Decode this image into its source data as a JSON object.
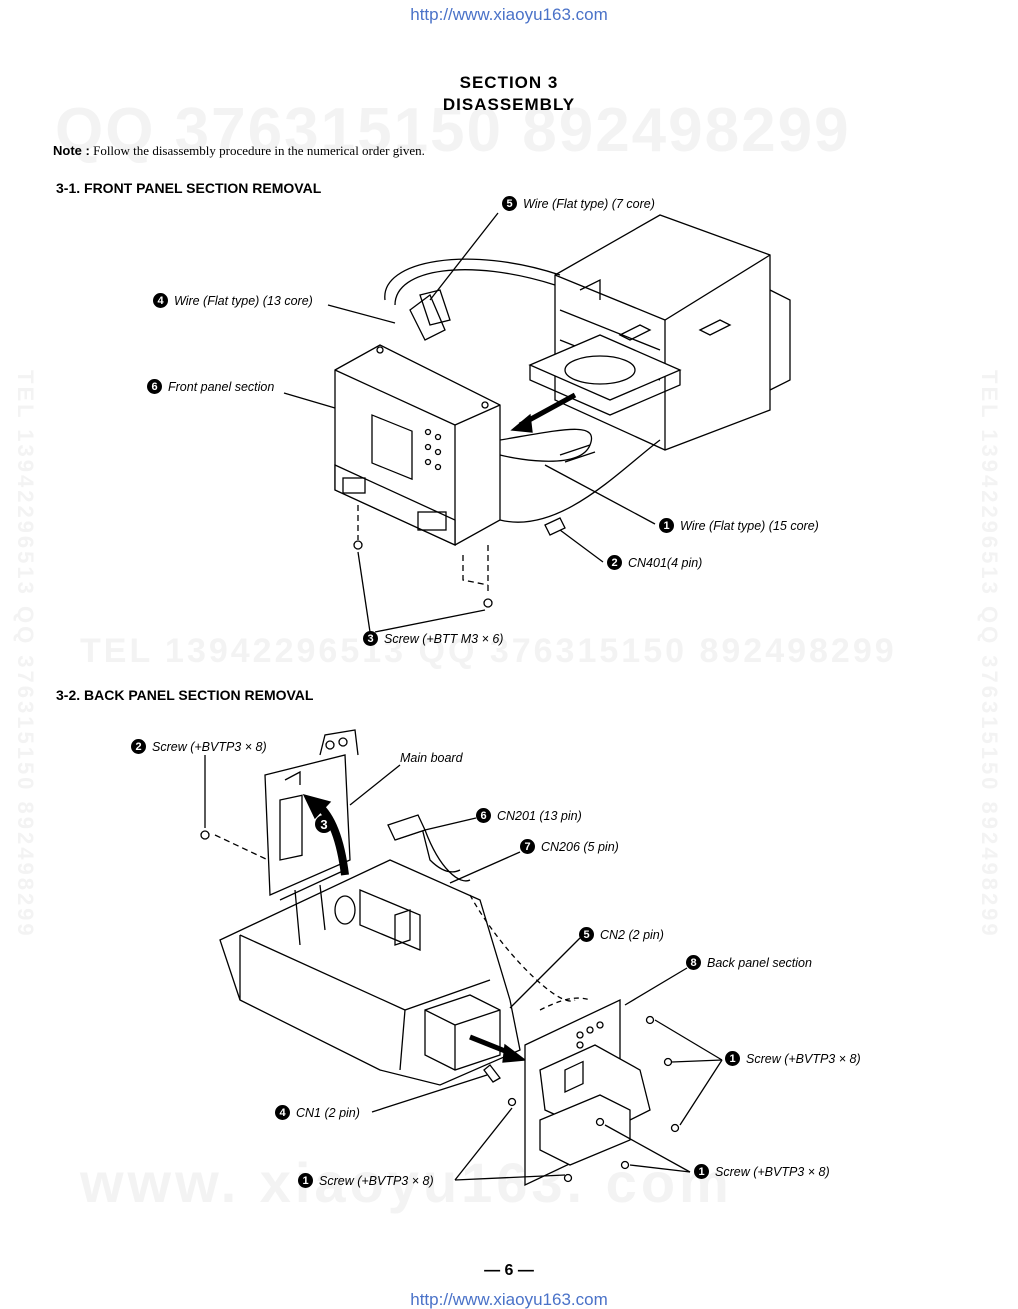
{
  "header_url": "http://www.xiaoyu163.com",
  "footer_url": "http://www.xiaoyu163.com",
  "watermarks": {
    "qq_top": "QQ 376315150   892498299",
    "tel_mid": "TEL 13942296513    QQ 376315150  892498299",
    "www_bottom": "www. xiaoyu163. com",
    "vertical_left": "TEL 13942296513  QQ 376315150  892498299",
    "vertical_right": "TEL 13942296513  QQ 376315150  892498299"
  },
  "section_title": "SECTION  3",
  "section_subtitle": "DISASSEMBLY",
  "note": {
    "label": "Note :",
    "text": "Follow the disassembly procedure in the numerical order given."
  },
  "sections": [
    {
      "heading": "3-1. FRONT PANEL SECTION REMOVAL",
      "labels": [
        {
          "num": "5",
          "text": "Wire (Flat type) (7 core)"
        },
        {
          "num": "4",
          "text": "Wire (Flat type) (13 core)"
        },
        {
          "num": "6",
          "text": "Front panel section"
        },
        {
          "num": "1",
          "text": "Wire (Flat type) (15 core)"
        },
        {
          "num": "2",
          "text": "CN401(4 pin)"
        },
        {
          "num": "3",
          "text": "Screw (+BTT M3 × 6)"
        }
      ]
    },
    {
      "heading": "3-2. BACK PANEL SECTION REMOVAL",
      "labels": [
        {
          "num": "2",
          "text": "Screw (+BVTP3 × 8)"
        },
        {
          "num": "",
          "text": "Main board"
        },
        {
          "num": "3",
          "text": ""
        },
        {
          "num": "6",
          "text": "CN201 (13 pin)"
        },
        {
          "num": "7",
          "text": "CN206 (5 pin)"
        },
        {
          "num": "5",
          "text": "CN2 (2 pin)"
        },
        {
          "num": "8",
          "text": "Back panel section"
        },
        {
          "num": "1",
          "text": "Screw (+BVTP3 × 8)"
        },
        {
          "num": "4",
          "text": "CN1 (2 pin)"
        },
        {
          "num": "1",
          "text": "Screw (+BVTP3 × 8)"
        },
        {
          "num": "1",
          "text": "Screw (+BVTP3 × 8)"
        }
      ]
    }
  ],
  "page_number": "— 6 —",
  "colors": {
    "url_blue": "#4a72c8",
    "watermark_gray": "#f3f3f3"
  }
}
